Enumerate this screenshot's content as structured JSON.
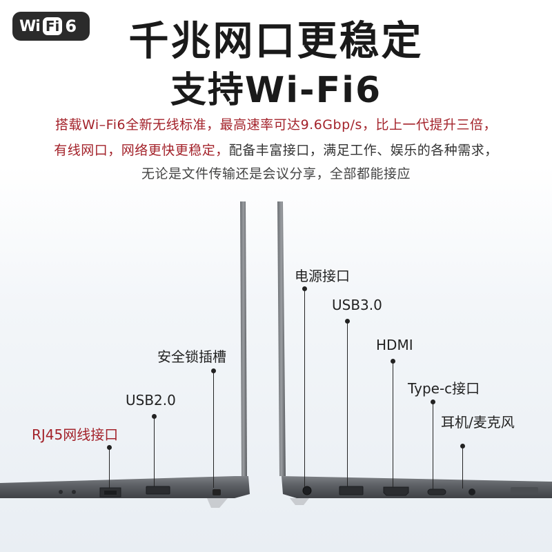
{
  "badge": {
    "wi": "Wi",
    "fi": "Fi",
    "six": "6"
  },
  "title_line1": "千兆网口更稳定",
  "title_line2": "支持Wi-Fi6",
  "desc": {
    "line1": "搭载Wi–Fi6全新无线标准，最高速率可达9.6Gbp/s，比上一代提升三倍，",
    "line2_red": "有线网口，网络更快更稳定，",
    "line2_dark": "配备丰富接口，满足工作、娱乐的各种需求，",
    "line3": "无论是文件传输还是会议分享，全部都能接应"
  },
  "colors": {
    "accent_red": "#a3222a",
    "text_dark": "#1a1a1a",
    "chassis": "#55585c"
  },
  "left_ports": {
    "rj45": "RJ45网线接口",
    "usb2": "USB2.0",
    "lock": "安全锁插槽"
  },
  "right_ports": {
    "power": "电源接口",
    "usb3": "USB3.0",
    "hdmi": "HDMI",
    "typec": "Type-c接口",
    "audio": "耳机/麦克风"
  }
}
